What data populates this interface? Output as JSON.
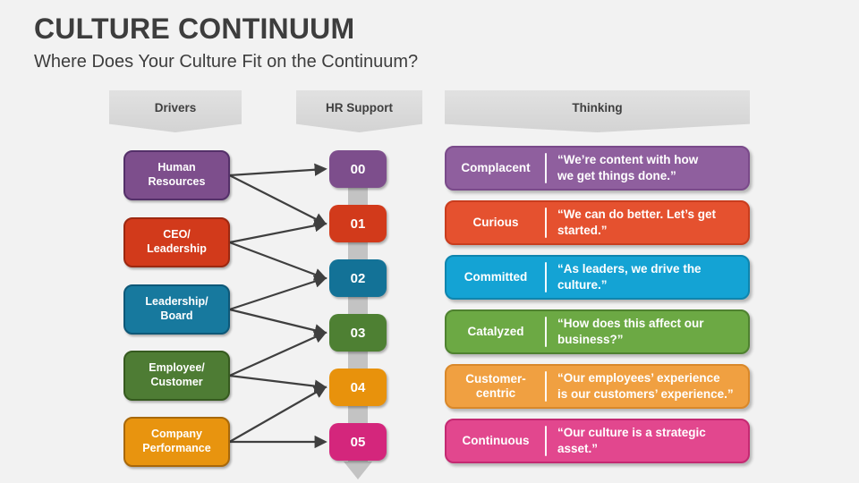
{
  "slide": {
    "title": "CULTURE CONTINUUM",
    "subtitle": "Where Does Your Culture Fit on the Continuum?",
    "background": "#f2f2f2",
    "title_color": "#3d3d3d"
  },
  "headers": [
    {
      "label": "Drivers"
    },
    {
      "label": "HR Support"
    },
    {
      "label": "Thinking"
    }
  ],
  "drivers": [
    {
      "label": "Human\nResources",
      "fill": "#7d4e8c",
      "border": "#543069"
    },
    {
      "label": "CEO/\nLeadership",
      "fill": "#d23a1b",
      "border": "#9c2810"
    },
    {
      "label": "Leadership/\nBoard",
      "fill": "#17799e",
      "border": "#0e5878"
    },
    {
      "label": "Employee/\nCustomer",
      "fill": "#4e7c34",
      "border": "#365a1f"
    },
    {
      "label": "Company\nPerformance",
      "fill": "#e8940f",
      "border": "#a8680a"
    }
  ],
  "hr_support_levels": [
    {
      "label": "00",
      "fill": "#7d4e8c"
    },
    {
      "label": "01",
      "fill": "#d23a1b"
    },
    {
      "label": "02",
      "fill": "#137297"
    },
    {
      "label": "03",
      "fill": "#4e8033"
    },
    {
      "label": "04",
      "fill": "#e8920c"
    },
    {
      "label": "05",
      "fill": "#d4267c"
    }
  ],
  "thinking_rows": [
    {
      "label": "Complacent",
      "quote": "“We’re content with how\nwe get things done.”",
      "fill": "#8f5f9e",
      "border": "#7a4a8a"
    },
    {
      "label": "Curious",
      "quote": "“We can do better. Let’s get\nstarted.”",
      "fill": "#e5512f",
      "border": "#c93d1e"
    },
    {
      "label": "Committed",
      "quote": "“As leaders, we drive the\nculture.”",
      "fill": "#14a3d4",
      "border": "#0f85ae"
    },
    {
      "label": "Catalyzed",
      "quote": "“How does this affect our\nbusiness?”",
      "fill": "#6ca944",
      "border": "#4f8230"
    },
    {
      "label": "Customer-\ncentric",
      "quote": "“Our employees’ experience\nis our customers’ experience.”",
      "fill": "#f0a041",
      "border": "#d9882a"
    },
    {
      "label": "Continuous",
      "quote": "“Our culture is a strategic\nasset.”",
      "fill": "#e2478e",
      "border": "#c42a72"
    }
  ],
  "connections": [
    [
      0,
      0
    ],
    [
      0,
      1
    ],
    [
      1,
      1
    ],
    [
      1,
      2
    ],
    [
      2,
      2
    ],
    [
      2,
      3
    ],
    [
      3,
      3
    ],
    [
      3,
      4
    ],
    [
      4,
      4
    ],
    [
      4,
      5
    ]
  ],
  "arrow_color": "#3f3f3f",
  "timeline_color": "#c3c3c3"
}
